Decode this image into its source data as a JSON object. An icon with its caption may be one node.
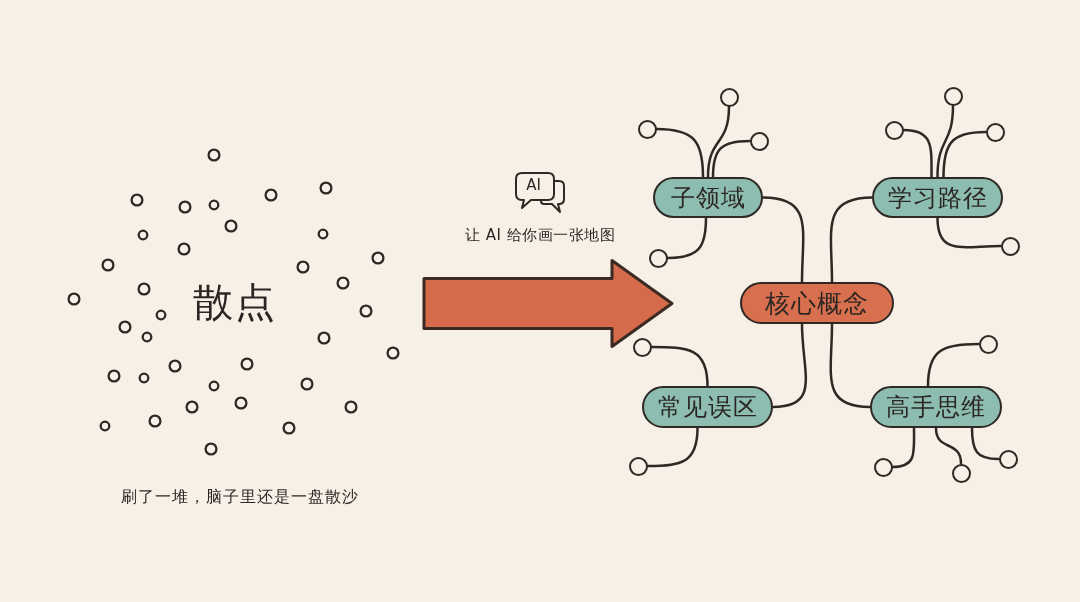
{
  "diagram": {
    "nodes": [
      {
        "text": [
          "散点"
        ]
      },
      {
        "text": [
          "AI"
        ]
      },
      {
        "text": [
          "子领域"
        ]
      },
      {
        "text": [
          "学习路径"
        ]
      },
      {
        "text": [
          "核心概念"
        ]
      },
      {
        "text": [
          "常见误区"
        ]
      },
      {
        "text": [
          "高手思维"
        ]
      },
      {
        "text": [],
        "shape": "circle"
      },
      {
        "text": [],
        "shape": "circle"
      },
      {
        "text": [],
        "shape": "circle"
      },
      {
        "text": [],
        "shape": "circle"
      },
      {
        "text": [],
        "shape": "circle"
      },
      {
        "text": [],
        "shape": "circle"
      },
      {
        "text": [],
        "shape": "circle"
      },
      {
        "text": [],
        "shape": "circle"
      },
      {
        "text": [],
        "shape": "circle"
      },
      {
        "text": [],
        "shape": "circle"
      },
      {
        "text": [],
        "shape": "circle"
      },
      {
        "text": [],
        "shape": "circle"
      },
      {
        "text": [],
        "shape": "circle"
      },
      {
        "text": [],
        "shape": "circle"
      }
    ],
    "edges": [
      {
        "from": 0,
        "to": 4,
        "arrow": "to",
        "label": "让 AI 给你画一张地图",
        "style": "thick",
        "color": "#d66b4c"
      },
      {
        "from": 4,
        "to": 2,
        "arrow": "none"
      },
      {
        "from": 4,
        "to": 3,
        "arrow": "none"
      },
      {
        "from": 4,
        "to": 5,
        "arrow": "none"
      },
      {
        "from": 4,
        "to": 6,
        "arrow": "none"
      },
      {
        "from": 2,
        "to": 7,
        "arrow": "none"
      },
      {
        "from": 2,
        "to": 8,
        "arrow": "none"
      },
      {
        "from": 2,
        "to": 9,
        "arrow": "none"
      },
      {
        "from": 2,
        "to": 10,
        "arrow": "none"
      },
      {
        "from": 3,
        "to": 11,
        "arrow": "none"
      },
      {
        "from": 3,
        "to": 12,
        "arrow": "none"
      },
      {
        "from": 3,
        "to": 13,
        "arrow": "none"
      },
      {
        "from": 3,
        "to": 14,
        "arrow": "none"
      },
      {
        "from": 5,
        "to": 15,
        "arrow": "none"
      },
      {
        "from": 5,
        "to": 16,
        "arrow": "none"
      },
      {
        "from": 6,
        "to": 17,
        "arrow": "none"
      },
      {
        "from": 6,
        "to": 18,
        "arrow": "none"
      },
      {
        "from": 6,
        "to": 19,
        "arrow": "none"
      },
      {
        "from": 6,
        "to": 20,
        "arrow": "none"
      }
    ],
    "labels": [
      "刷了一堆，脑子里还是一盘散沙"
    ]
  }
}
